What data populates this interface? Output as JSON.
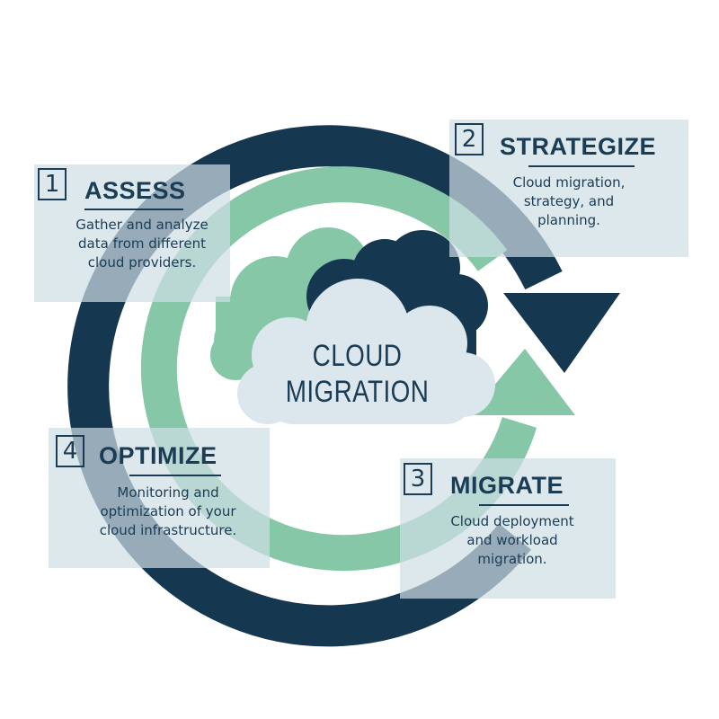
{
  "center": {
    "line1": "CLOUD",
    "line2": "MIGRATION"
  },
  "steps": [
    {
      "number": "1",
      "title": "ASSESS",
      "lines": [
        "Gather and analyze",
        "data from different",
        "cloud providers."
      ]
    },
    {
      "number": "2",
      "title": "STRATEGIZE",
      "lines": [
        "Cloud migration,",
        "strategy, and",
        "planning."
      ]
    },
    {
      "number": "3",
      "title": "MIGRATE",
      "lines": [
        "Cloud deployment",
        "and workload",
        "migration."
      ]
    },
    {
      "number": "4",
      "title": "OPTIMIZE",
      "lines": [
        "Monitoring and",
        "optimization of your",
        "cloud infrastructure."
      ]
    }
  ],
  "colors": {
    "navy": "#15374f",
    "green": "#86c7a8",
    "card": "#cfdee6",
    "cloud_light": "#dbe7ed",
    "text": "#1a3c55"
  }
}
